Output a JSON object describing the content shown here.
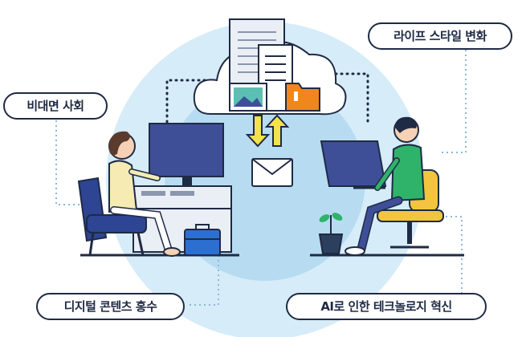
{
  "labels": {
    "contactless_society": "비대면 사회",
    "lifestyle_change": "라이프 스타일 변화",
    "digital_content_flood": "디지털 콘텐츠 홍수",
    "ai_tech_innovation": "AI로 인한 테크놀로지 혁신"
  },
  "colors": {
    "outer_circle": "#d6ecf8",
    "inner_circle": "#b7dcf1",
    "outline": "#1f2a44",
    "monitor_blue": "#3e4f98",
    "accent_yellow": "#f3e24b",
    "folder_orange": "#f0861c",
    "chair_navy": "#2d4593",
    "shirt_green": "#2fb36b",
    "pill_border": "#1f2a44"
  },
  "icons": [
    "cloud-icon",
    "document-icon",
    "image-icon",
    "folder-icon",
    "arrow-down-icon",
    "arrow-up-icon",
    "envelope-icon",
    "briefcase-icon",
    "plant-icon"
  ]
}
